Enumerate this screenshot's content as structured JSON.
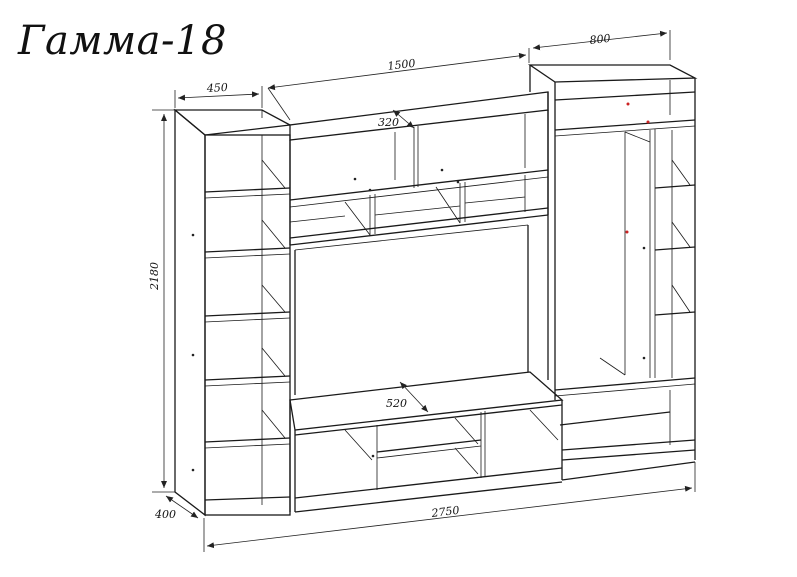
{
  "title": "Гамма-18",
  "dimensions": {
    "d450": "450",
    "d1500": "1500",
    "d800": "800",
    "d320": "320",
    "d2180": "2180",
    "d520": "520",
    "d400": "400",
    "d2750": "2750"
  },
  "colors": {
    "line": "#1a1a1a",
    "marker": "#cc2222"
  }
}
